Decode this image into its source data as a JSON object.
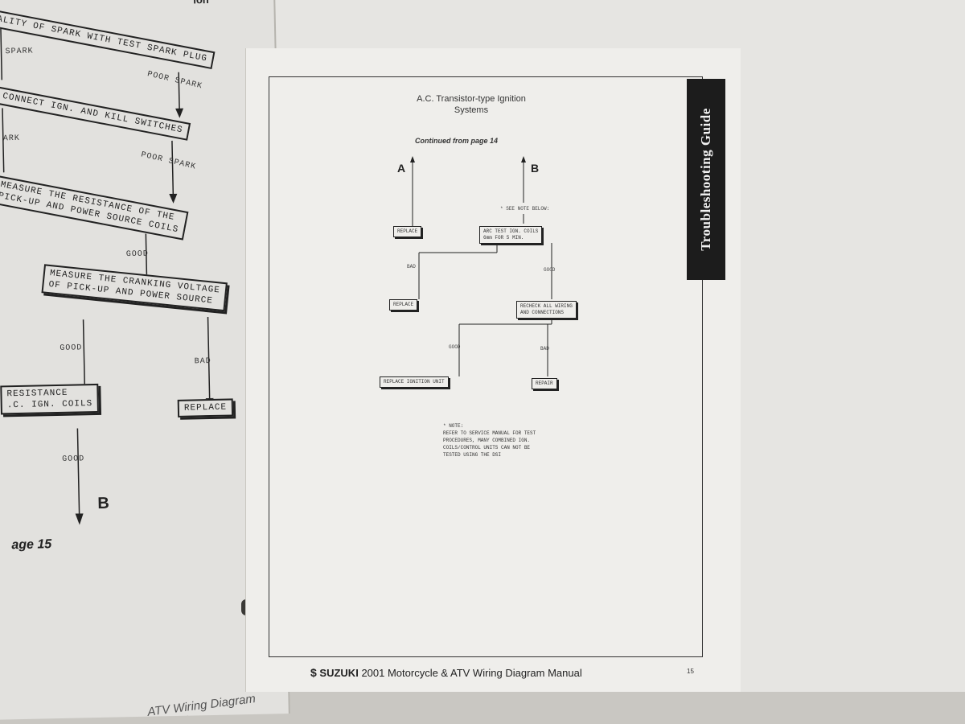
{
  "left_page": {
    "header_fragment": "ion",
    "box_check_spark": "ALITY OF SPARK WITH TEST SPARK PLUG",
    "box_disconnect": "CONNECT IGN. AND KILL SWITCHES",
    "box_measure_resistance": "MEASURE THE RESISTANCE OF THE\nPICK-UP AND POWER SOURCE COILS",
    "box_measure_cranking": "MEASURE THE CRANKING VOLTAGE\nOF PICK-UP AND POWER SOURCE",
    "box_resistance_coils": "RESISTANCE\n.C. IGN. COILS",
    "box_replace": "REPLACE",
    "label_spark": "SPARK",
    "label_poor_spark_1": "POOR SPARK",
    "label_ark": "ARK",
    "label_poor_spark_2": "POOR SPARK",
    "label_good_1": "GOOD",
    "label_good_2": "GOOD",
    "label_bad": "BAD",
    "label_good_3": "GOOD",
    "connector_b": "B",
    "footer_fragment": "age 15",
    "bottom_fragment": "ATV Wiring Diagram Manual"
  },
  "right_page": {
    "side_tab": "Troubleshooting Guide",
    "title_line1": "A.C. Transistor-type Ignition",
    "title_line2": "Systems",
    "continued": "Continued from page 14",
    "connector_a": "A",
    "connector_b": "B",
    "see_note": "* SEE NOTE BELOW:",
    "box_replace_1": "REPLACE",
    "box_arc_test": "ARC TEST IGN. COILS\n6mm FOR 5 MIN.",
    "label_bad_1": "BAD",
    "label_good_1": "GOOD",
    "box_replace_2": "REPLACE",
    "box_recheck": "RECHECK ALL WIRING\nAND CONNECTIONS",
    "label_good_2": "GOOD",
    "label_bad_2": "BAD",
    "box_replace_unit": "REPLACE IGNITION UNIT",
    "box_repair": "REPAIR",
    "note_heading": "* NOTE:",
    "note_body": "REFER TO SERVICE MANUAL FOR TEST\nPROCEDURES, MANY COMBINED IGN.\nCOILS/CONTROL UNITS CAN NOT BE\nTESTED USING THE DSI",
    "footer_logo": "$",
    "footer_brand": "SUZUKI",
    "footer_text": "2001 Motorcycle & ATV Wiring Diagram Manual",
    "page_number": "15"
  }
}
